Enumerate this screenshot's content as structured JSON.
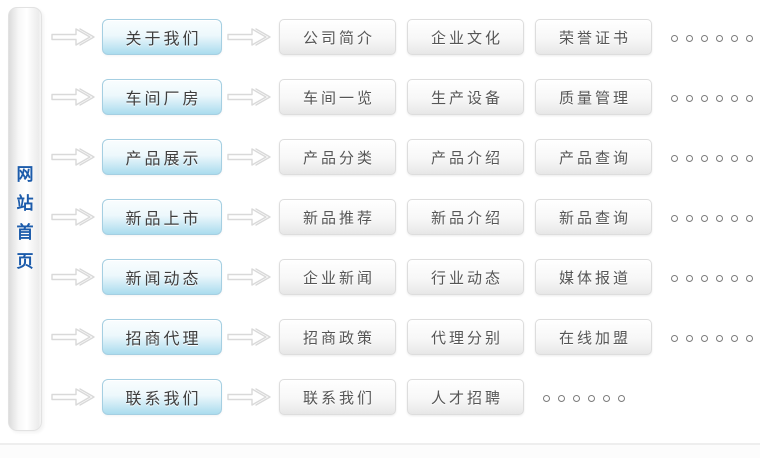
{
  "sidebar": {
    "home_label": "网站首页"
  },
  "rows": [
    {
      "primary": "关于我们",
      "children": [
        "公司简介",
        "企业文化",
        "荣誉证书"
      ],
      "more_dots": 6
    },
    {
      "primary": "车间厂房",
      "children": [
        "车间一览",
        "生产设备",
        "质量管理"
      ],
      "more_dots": 6
    },
    {
      "primary": "产品展示",
      "children": [
        "产品分类",
        "产品介绍",
        "产品查询"
      ],
      "more_dots": 6
    },
    {
      "primary": "新品上市",
      "children": [
        "新品推荐",
        "新品介绍",
        "新品查询"
      ],
      "more_dots": 6
    },
    {
      "primary": "新闻动态",
      "children": [
        "企业新闻",
        "行业动态",
        "媒体报道"
      ],
      "more_dots": 6
    },
    {
      "primary": "招商代理",
      "children": [
        "招商政策",
        "代理分别",
        "在线加盟"
      ],
      "more_dots": 6
    },
    {
      "primary": "联系我们",
      "children": [
        "联系我们",
        "人才招聘"
      ],
      "more_dots": 6
    }
  ],
  "colors": {
    "home_text": "#1d5cab",
    "primary_border": "#a5cfe2",
    "primary_gradient_bottom": "#aadcee",
    "secondary_border": "#dddddd",
    "secondary_text": "#565656",
    "arrow_outline": "#d9d9d9",
    "divider": "#eeeeee"
  }
}
